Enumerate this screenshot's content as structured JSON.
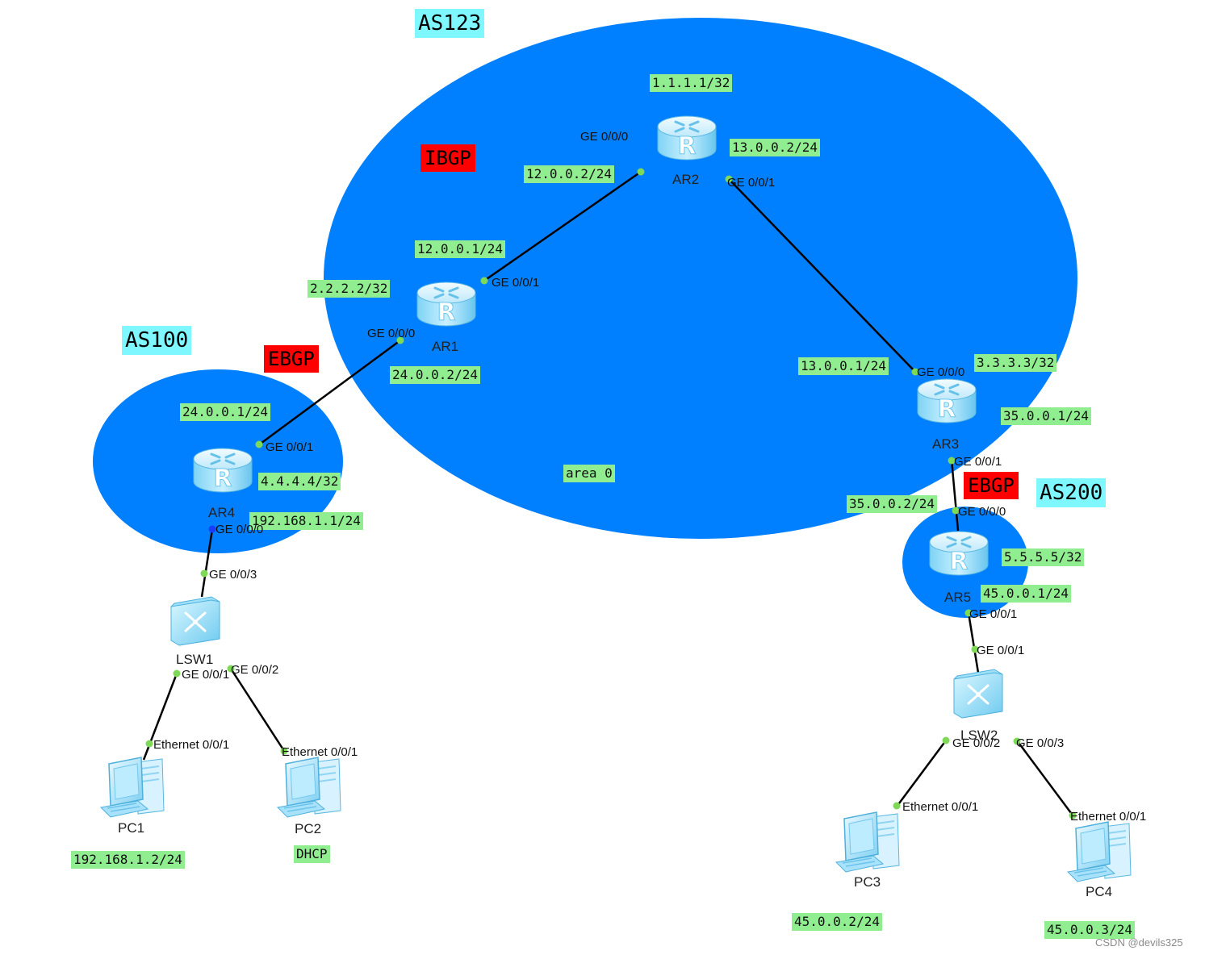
{
  "areas": {
    "as123": "AS123",
    "as100": "AS100",
    "as200": "AS200",
    "area0": "area 0"
  },
  "protocols": {
    "ibgp": "IBGP",
    "ebgp_left": "EBGP",
    "ebgp_right": "EBGP"
  },
  "devices": {
    "ar1": "AR1",
    "ar2": "AR2",
    "ar3": "AR3",
    "ar4": "AR4",
    "ar5": "AR5",
    "lsw1": "LSW1",
    "lsw2": "LSW2",
    "pc1": "PC1",
    "pc2": "PC2",
    "pc3": "PC3",
    "pc4": "PC4"
  },
  "addresses": {
    "ar2_loopback": "1.1.1.1/32",
    "ar2_ge000": "12.0.0.2/24",
    "ar2_ge001": "13.0.0.2/24",
    "ar1_ge001": "12.0.0.1/24",
    "ar1_loopback": "2.2.2.2/32",
    "ar1_ge000": "24.0.0.2/24",
    "ar4_ge001": "24.0.0.1/24",
    "ar4_loopback": "4.4.4.4/32",
    "ar4_ge000": "192.168.1.1/24",
    "ar3_ge000": "13.0.0.1/24",
    "ar3_loopback": "3.3.3.3/32",
    "ar3_ge001": "35.0.0.1/24",
    "ar5_ge000": "35.0.0.2/24",
    "ar5_loopback": "5.5.5.5/32",
    "ar5_ge001": "45.0.0.1/24",
    "pc1_ip": "192.168.1.2/24",
    "pc2_ip": "DHCP",
    "pc3_ip": "45.0.0.2/24",
    "pc4_ip": "45.0.0.3/24"
  },
  "ports": {
    "ar2_ge000": "GE 0/0/0",
    "ar2_ge001": "GE 0/0/1",
    "ar1_ge001": "GE 0/0/1",
    "ar1_ge000": "GE 0/0/0",
    "ar4_ge001": "GE 0/0/1",
    "ar4_ge000": "GE 0/0/0",
    "lsw1_ge003": "GE 0/0/3",
    "lsw1_ge001": "GE 0/0/1",
    "lsw1_ge002": "GE 0/0/2",
    "pc1_eth": "Ethernet 0/0/1",
    "pc2_eth": "Ethernet 0/0/1",
    "ar3_ge000": "GE 0/0/0",
    "ar3_ge001": "GE 0/0/1",
    "ar5_ge000": "GE 0/0/0",
    "ar5_ge001": "GE 0/0/1",
    "lsw2_ge001": "GE 0/0/1",
    "lsw2_ge002": "GE 0/0/2",
    "lsw2_ge003": "GE 0/0/3",
    "pc3_eth": "Ethernet 0/0/1",
    "pc4_eth": "Ethernet 0/0/1"
  },
  "watermark": "CSDN @devils325",
  "colors": {
    "region_fill": "#0080ff",
    "ip_label_bg": "#90ee90",
    "as_label_bg": "#7ff7ff",
    "protocol_label_bg": "#ff0000",
    "port_dot": "#7ed957",
    "port_dot_blue": "#1a3cff",
    "link": "#000000"
  }
}
